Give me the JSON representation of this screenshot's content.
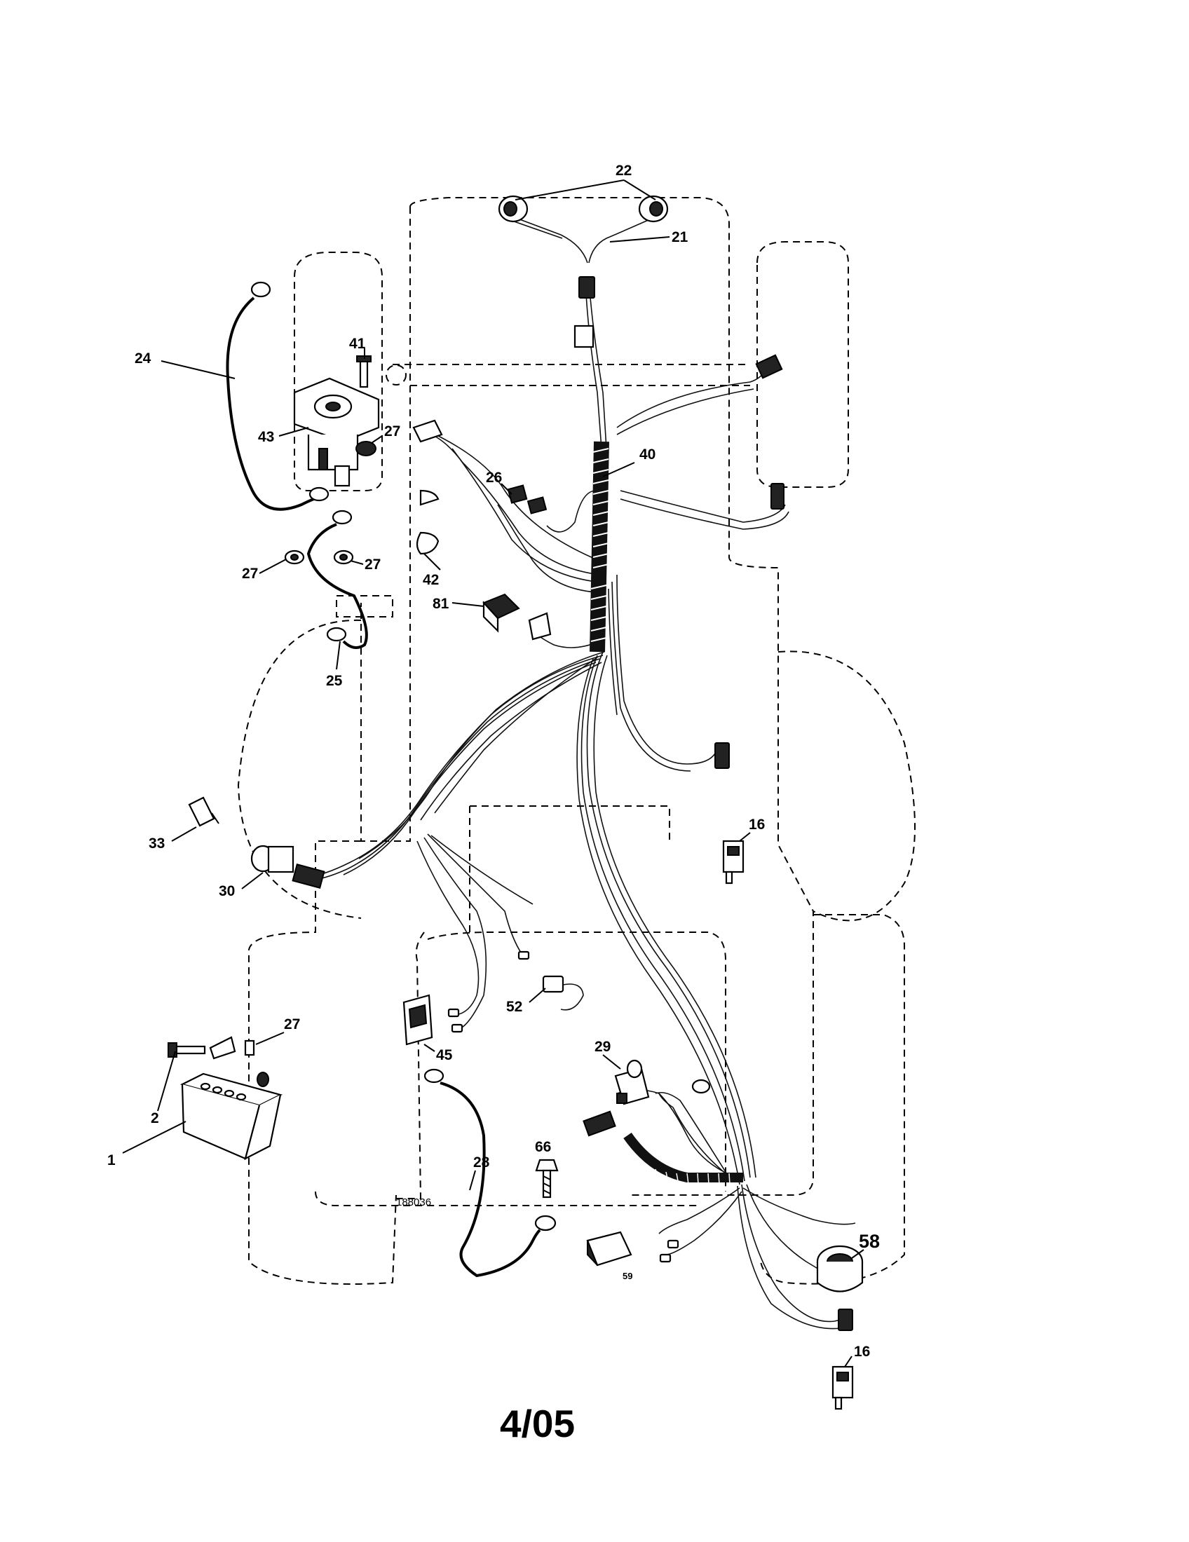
{
  "diagram": {
    "callouts": {
      "c1": "1",
      "c2": "2",
      "c16a": "16",
      "c16b": "16",
      "c21": "21",
      "c22": "22",
      "c24": "24",
      "c25": "25",
      "c26": "26",
      "c27a": "27",
      "c27b": "27",
      "c27c": "27",
      "c27d": "27",
      "c28": "28",
      "c29": "29",
      "c30": "30",
      "c33": "33",
      "c40": "40",
      "c41": "41",
      "c42": "42",
      "c43": "43",
      "c45": "45",
      "c52": "52",
      "c58": "58",
      "c59": "59",
      "c66": "66",
      "c81": "81"
    },
    "drawing_number": "188036",
    "date": "4/05"
  }
}
